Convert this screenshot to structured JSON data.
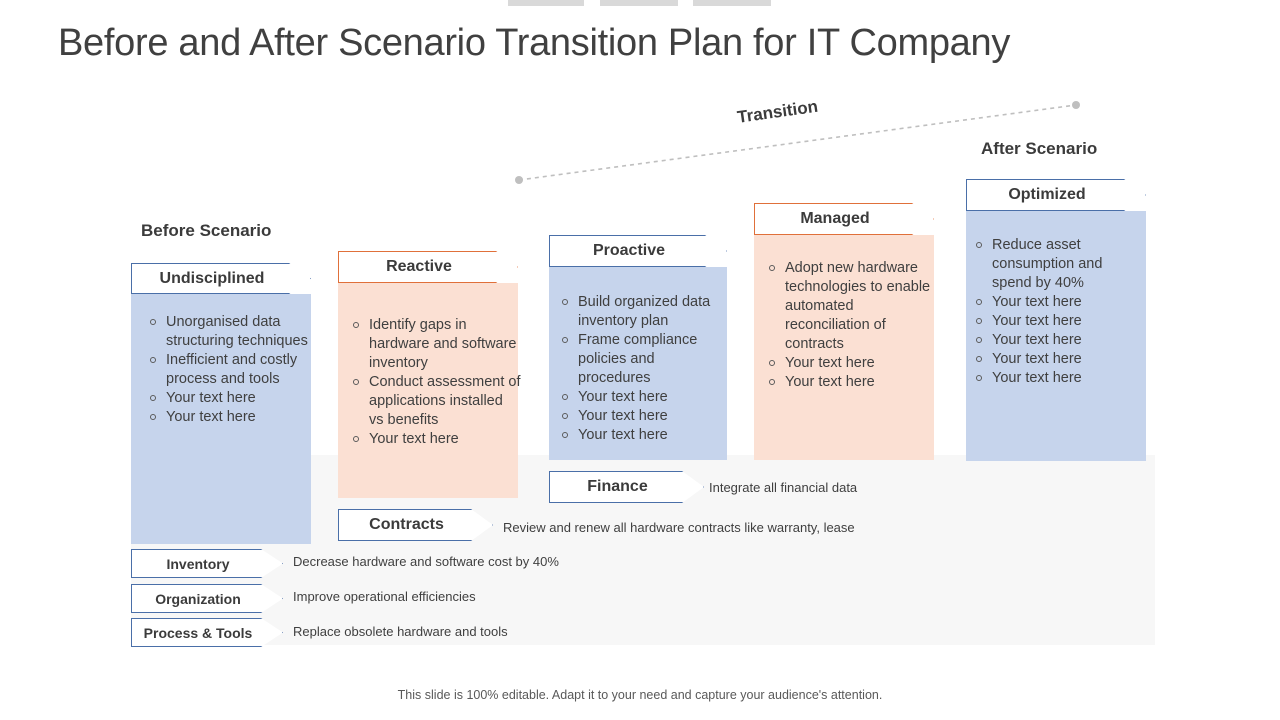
{
  "title": "Before and After Scenario Transition Plan for IT Company",
  "labels": {
    "before_scenario": "Before Scenario",
    "after_scenario": "After Scenario",
    "transition": "Transition"
  },
  "colors": {
    "blue_fill": "#c6d4ec",
    "peach_fill": "#fbe0d3",
    "blue_border": "#4a6fa8",
    "peach_border": "#e0703a",
    "text": "#3f3f3f",
    "panel": "#f7f7f7"
  },
  "columns": [
    {
      "banner": "Undisciplined",
      "accent": "blue",
      "bullets": [
        "Unorganised data structuring techniques",
        "Inefficient and costly process and tools",
        "Your text here",
        "Your text here"
      ]
    },
    {
      "banner": "Reactive",
      "accent": "peach",
      "bullets": [
        "Identify gaps in hardware and software inventory",
        "Conduct assessment of applications installed vs benefits",
        "Your text here"
      ]
    },
    {
      "banner": "Proactive",
      "accent": "blue",
      "bullets": [
        "Build organized data inventory plan",
        "Frame compliance policies and procedures",
        "Your text here",
        "Your text here",
        "Your text here"
      ]
    },
    {
      "banner": "Managed",
      "accent": "peach",
      "bullets": [
        "Adopt new hardware technologies to enable automated reconciliation of contracts",
        "Your text here",
        "Your text here"
      ]
    },
    {
      "banner": "Optimized",
      "accent": "blue",
      "bullets": [
        "Reduce asset consumption and spend by 40%",
        "Your text here",
        "Your text here",
        "Your text here",
        "Your text here",
        "Your text here"
      ]
    }
  ],
  "rows": [
    {
      "label": "Finance",
      "note": "Integrate all financial data"
    },
    {
      "label": "Contracts",
      "note": "Review and renew all hardware contracts like warranty, lease"
    },
    {
      "label": "Inventory",
      "note": "Decrease hardware and software cost by 40%"
    },
    {
      "label": "Organization",
      "note": "Improve operational efficiencies"
    },
    {
      "label": "Process & Tools",
      "note": "Replace obsolete hardware and tools"
    }
  ],
  "footer": "This slide is 100% editable. Adapt it to your need and capture your audience's attention."
}
